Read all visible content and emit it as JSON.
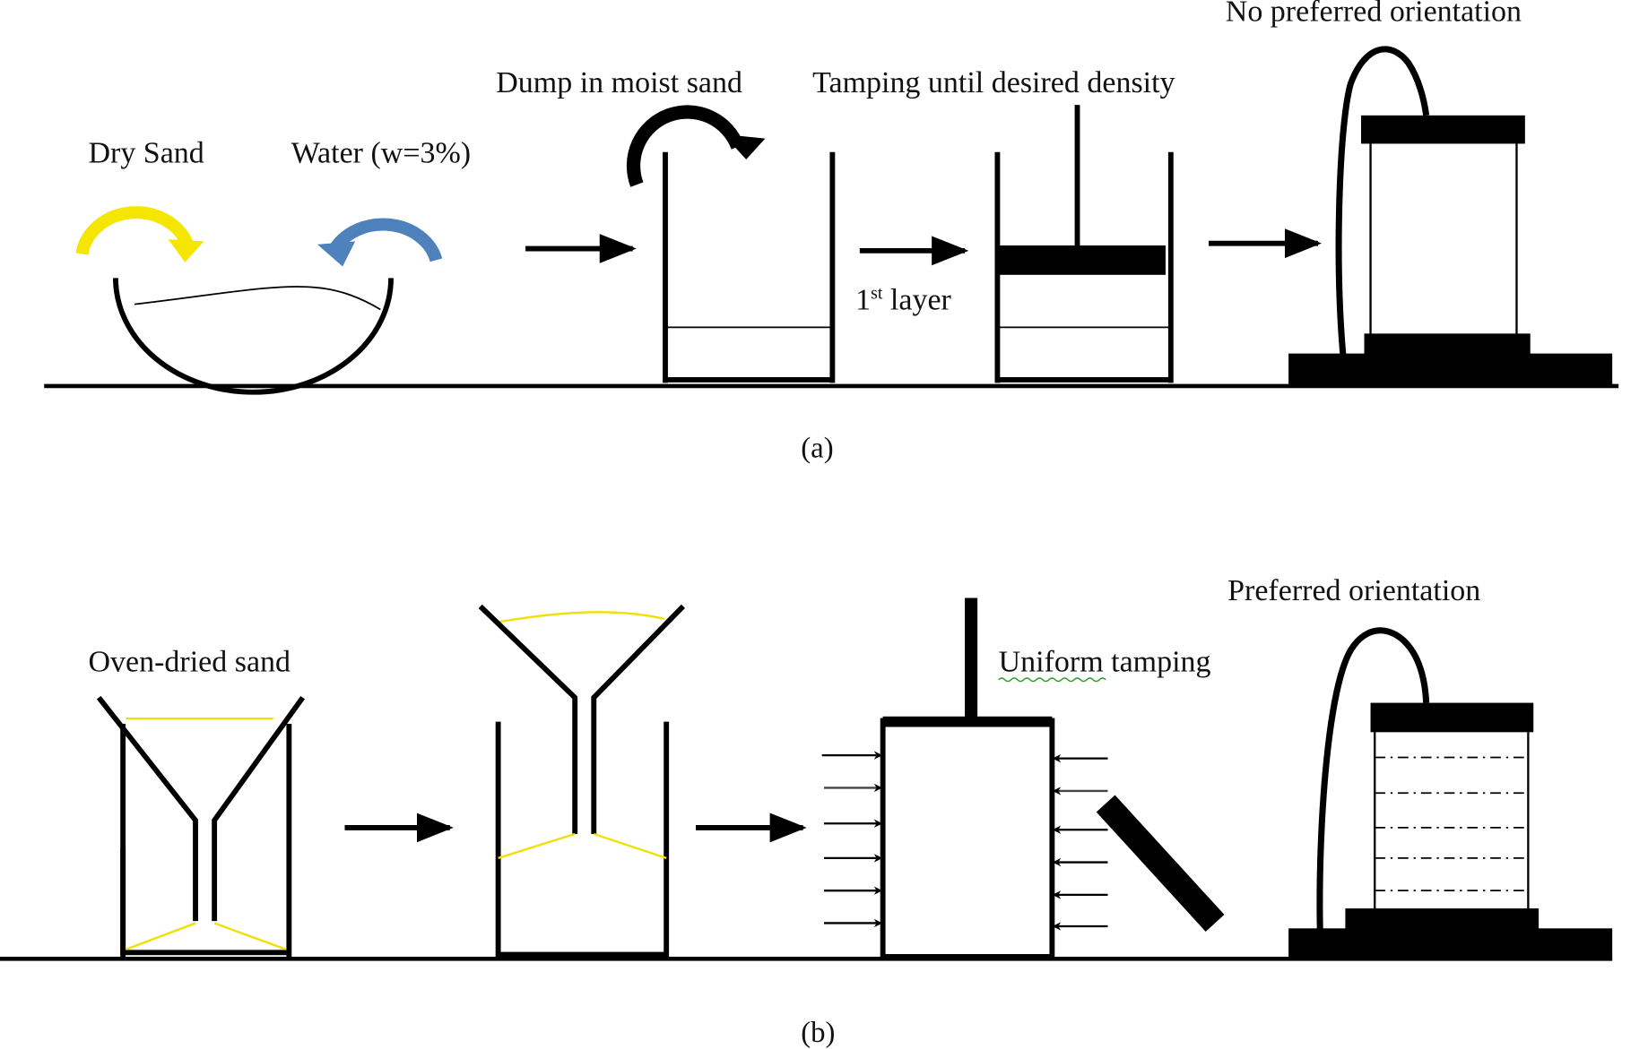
{
  "figure": {
    "panel_a": {
      "caption": "(a)",
      "labels": {
        "dry_sand": "Dry Sand",
        "water": "Water (w=3%)",
        "dump": "Dump in moist sand",
        "tamping": "Tamping until desired density",
        "first_layer_num": "1",
        "first_layer_sup": "st",
        "first_layer_text": " layer",
        "orientation": "No preferred orientation"
      }
    },
    "panel_b": {
      "caption": "(b)",
      "labels": {
        "oven_dried": "Oven-dried sand",
        "uniform_tamping": "Uniform tamping",
        "orientation": "Preferred orientation"
      }
    },
    "colors": {
      "dry_sand_arrow": "#f5e600",
      "water_arrow": "#4f81bd",
      "sand_line": "#f0e000",
      "ink": "#000000"
    }
  }
}
